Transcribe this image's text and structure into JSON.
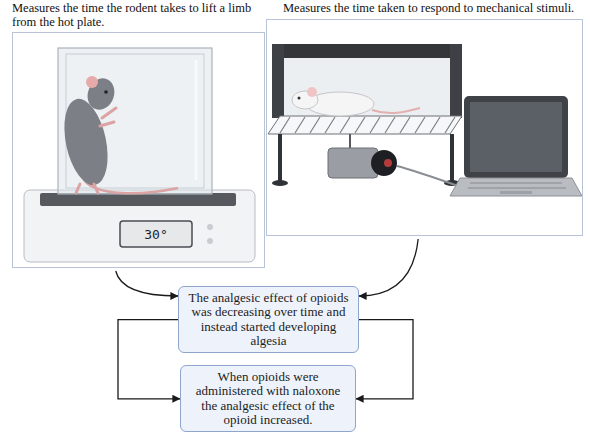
{
  "diagram": {
    "nodes": [
      {
        "text": [
          "Measures the time the rodent takes to lift a limb from the hot plate."
        ]
      },
      {
        "text": [
          "Measures the time taken to respond to mechanical stimuli."
        ]
      },
      {
        "text": [
          "The analgesic effect of opioids was decreasing over time and instead started developing algesia"
        ]
      },
      {
        "text": [
          "When opioids were administered with naloxone the analgesic effect of the opioid increased."
        ]
      }
    ],
    "edges": [
      {
        "from": 0,
        "to": 2,
        "arrow": "to"
      },
      {
        "from": 1,
        "to": 2,
        "arrow": "to"
      },
      {
        "from": 2,
        "to": 3,
        "arrow": "to"
      },
      {
        "from": 2,
        "to": 3,
        "arrow": "to"
      }
    ],
    "labels": [
      "30°"
    ]
  }
}
